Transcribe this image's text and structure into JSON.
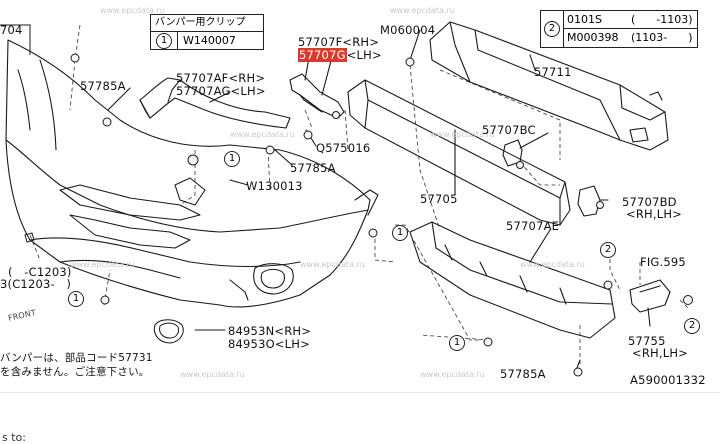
{
  "diagram_id": "A590001332",
  "watermark": "www.epcdata.ru",
  "clip_table": {
    "header": "バンパー用クリップ",
    "marker": "1",
    "part": "W140007"
  },
  "code_table": {
    "marker": "2",
    "rows": [
      {
        "part": "0101S",
        "range": "(      -1103)"
      },
      {
        "part": "M000398",
        "range": "(1103-      )"
      }
    ]
  },
  "labels": {
    "p_704": "704",
    "p_57785a_1": "57785A",
    "p_57707af": "57707AF<RH>",
    "p_57707ag": "57707AG<LH>",
    "p_57707f": "57707F<RH>",
    "p_57707g_code": "57707G",
    "p_57707g_side": "<LH>",
    "p_m060004": "M060004",
    "p_57711": "57711",
    "p_q575016": "Q575016",
    "p_57785a_2": "57785A",
    "p_w130013": "W130013",
    "p_57707bc": "57707BC",
    "p_57705": "57705",
    "p_57707bd": "57707BD",
    "p_rhlh_1": "<RH,LH>",
    "p_57707ae": "57707AE",
    "p_fig595": "FIG.595",
    "p_57755": "57755",
    "p_rhlh_2": "<RH,LH>",
    "p_84953n": "84953N<RH>",
    "p_84953o": "84953O<LH>",
    "p_57785a_3": "57785A",
    "p_c1203_a": "(   -C1203)",
    "p_c1203_b": "3(C1203-   )",
    "note_1": "バンパーは、部品コード57731",
    "note_2": "を含みません。ご注意下さい。",
    "fr_mark": "FRONT"
  },
  "callout_marker_1": "1",
  "callout_marker_2": "2",
  "footer_text": "s to:"
}
